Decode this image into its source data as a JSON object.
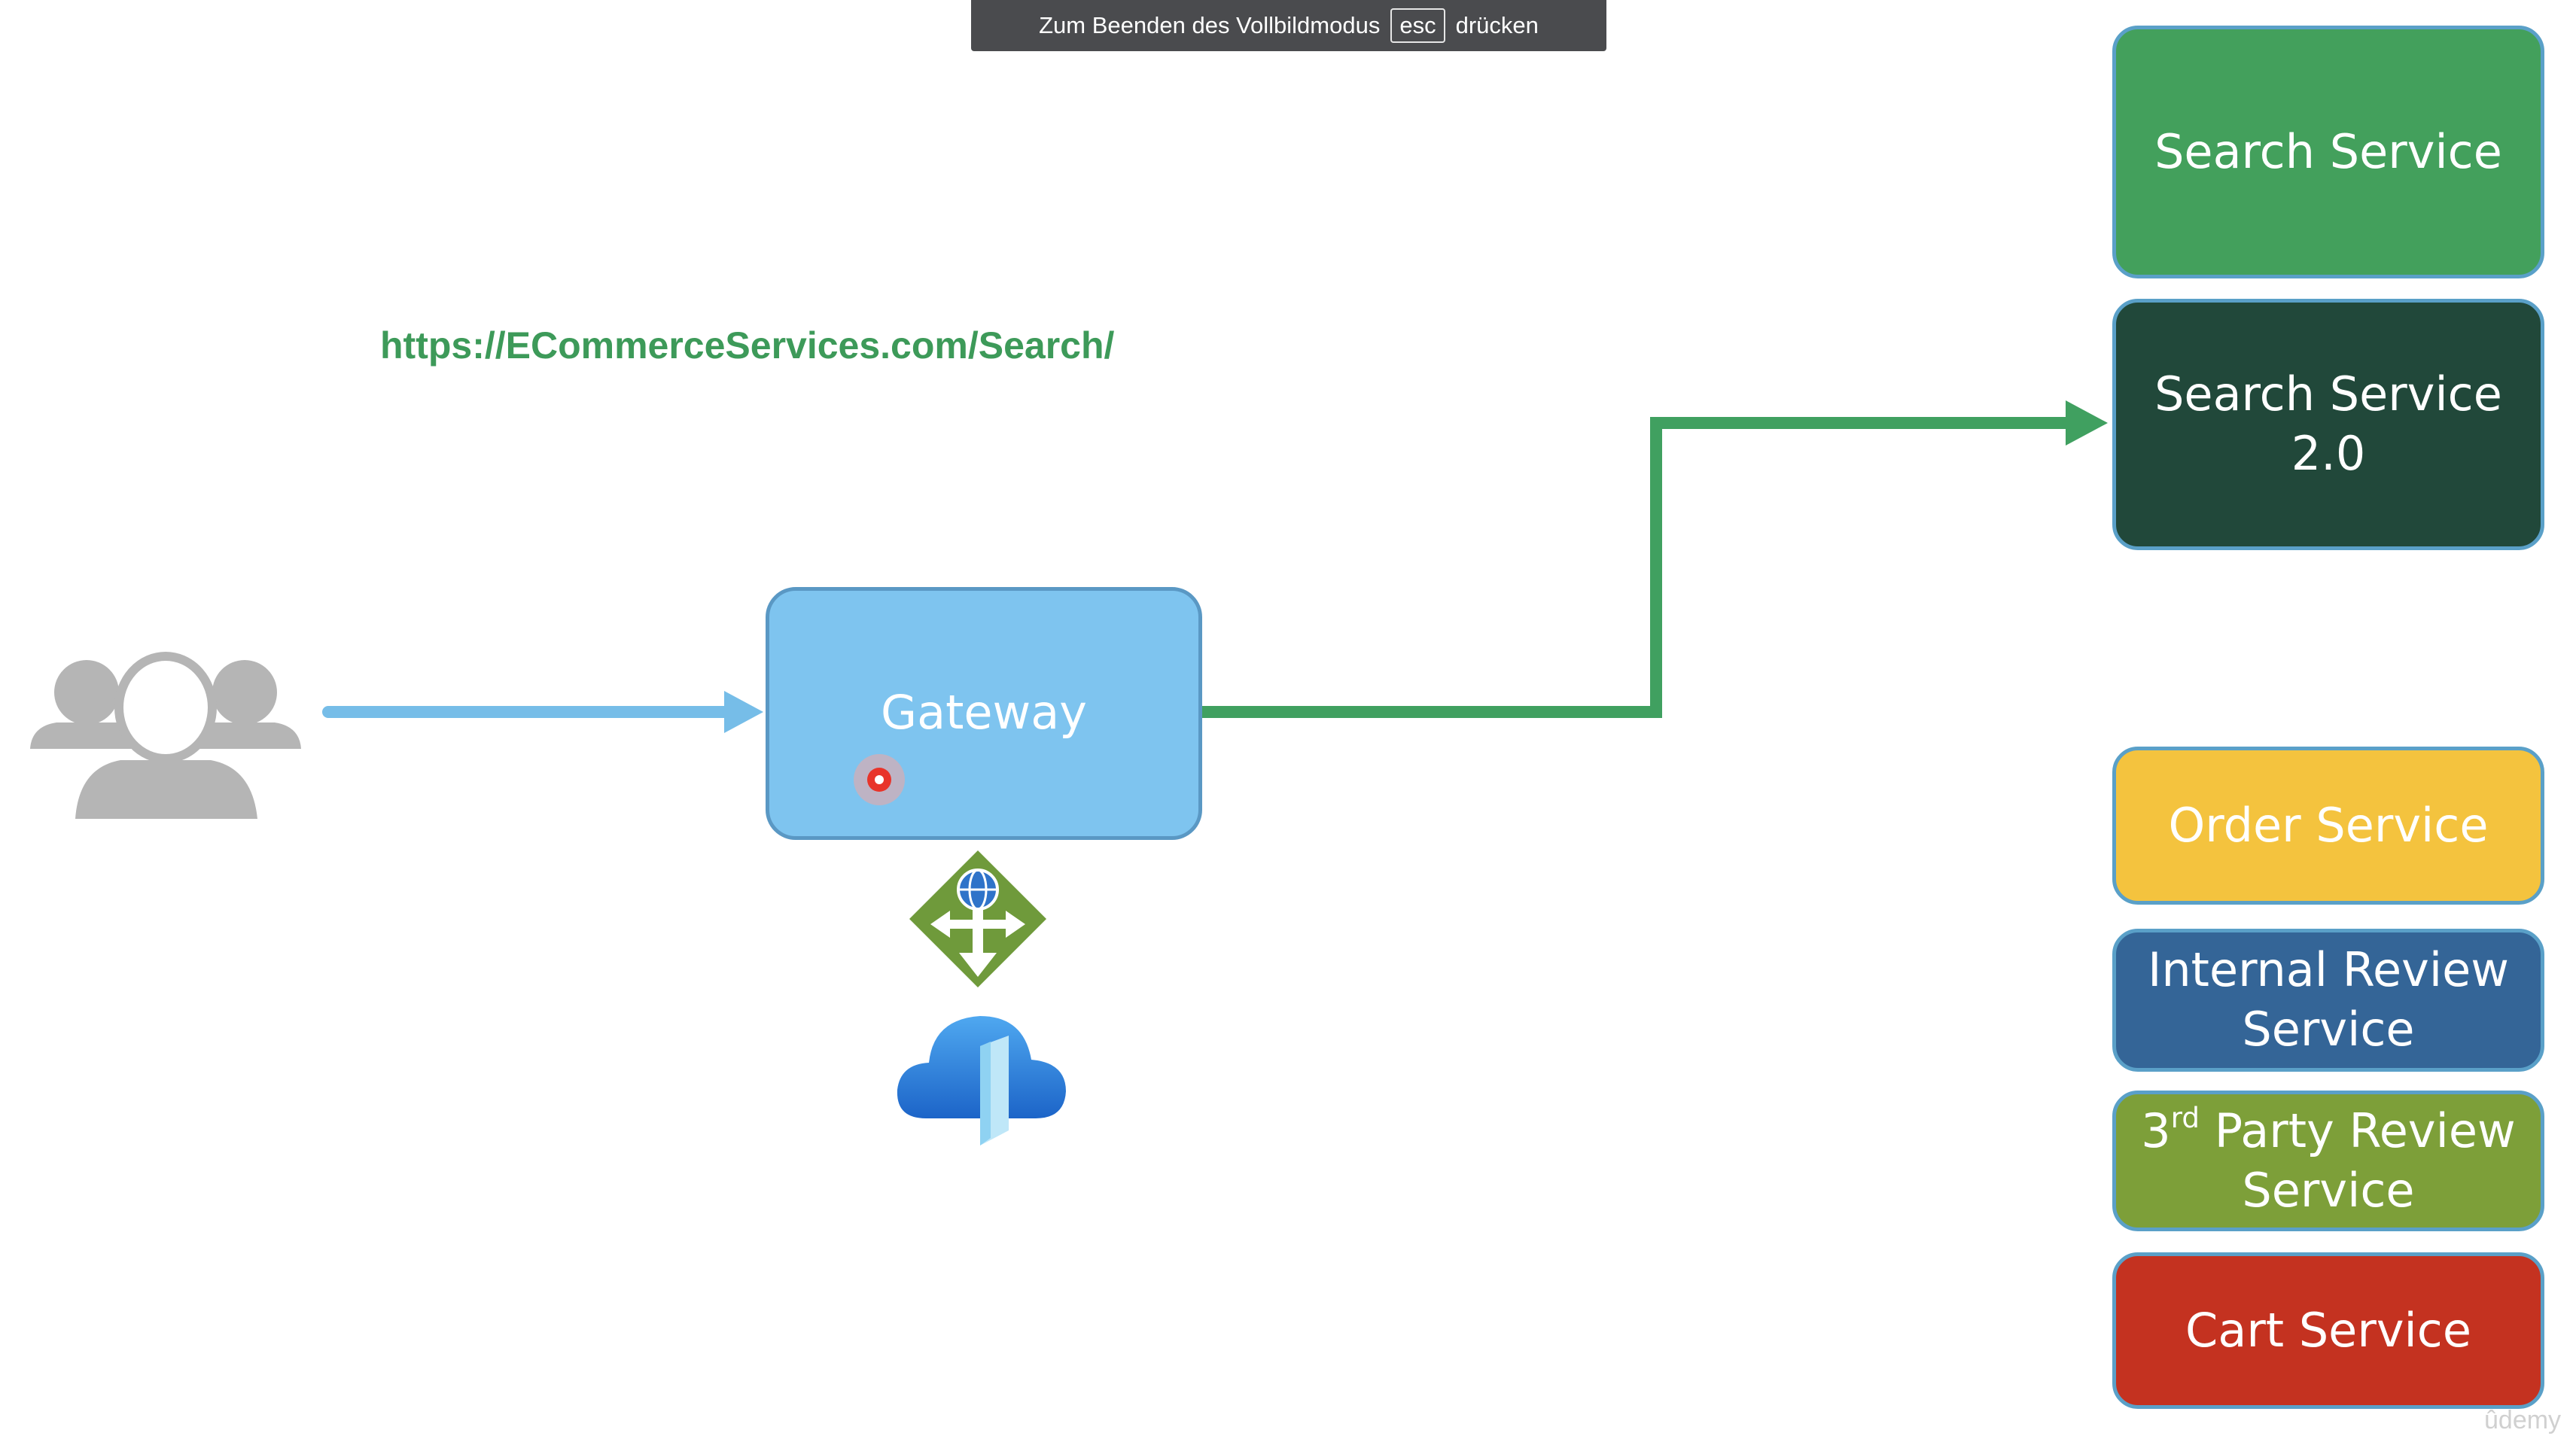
{
  "banner": {
    "before": "Zum Beenden des Vollbildmodus",
    "key": "esc",
    "after": "drücken"
  },
  "url": "https://ECommerceServices.com/Search/",
  "gateway": {
    "label": "Gateway"
  },
  "services": {
    "search": "Search Service",
    "search2_line1": "Search Service",
    "search2_line2": "2.0",
    "order": "Order Service",
    "internal_line1": "Internal Review",
    "internal_line2": "Service",
    "thirdparty_num": "3",
    "thirdparty_sup": "rd",
    "thirdparty_rest": " Party Review",
    "thirdparty_line2": "Service",
    "cart": "Cart Service"
  },
  "watermark": "ûdemy",
  "icons": {
    "users": "users-group-icon",
    "router": "traffic-router-icon",
    "cloud": "cloud-gateway-icon",
    "pointer": "laser-pointer-icon"
  },
  "colors": {
    "request_arrow": "#76bde8",
    "route_arrow": "#40a060",
    "url_text": "#3d9a59"
  }
}
